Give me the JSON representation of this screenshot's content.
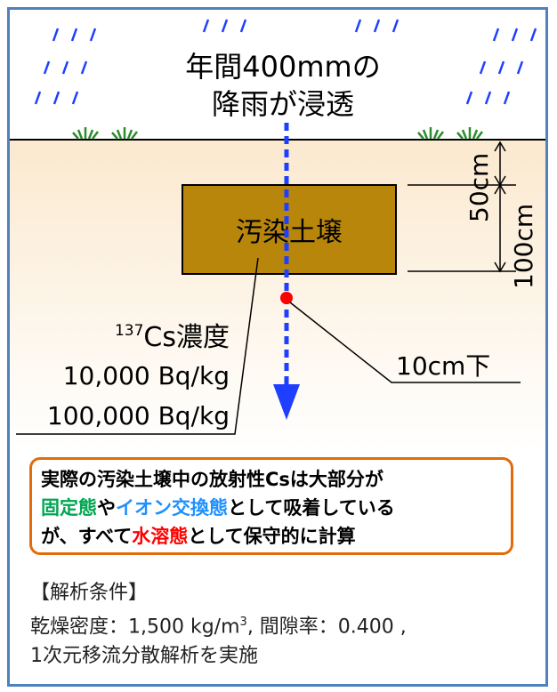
{
  "rain_label_line1": "年間400mmの",
  "rain_label_line2": "降雨が浸透",
  "soil_label": "汚染土壌",
  "dim_upper": "50cm",
  "dim_total": "100cm",
  "point_label": "10cm下",
  "conc_sup": "137",
  "conc_title": "Cs濃度",
  "conc_value_1": "10,000 Bq/kg",
  "conc_value_2": "100,000 Bq/kg",
  "note": {
    "line1": "実際の汚染土壌中の放射性Csは大部分が",
    "line2_a": "固定態",
    "line2_b": "や",
    "line2_c": "イオン交換態",
    "line2_d": "として吸着している",
    "line3_a": "が、すべて",
    "line3_b": "水溶態",
    "line3_c": "として保守的に計算"
  },
  "conditions": {
    "header": "【解析条件】",
    "line2_a": "乾燥密度：1,500 kg/m",
    "line2_sup": "3",
    "line2_b": ", 間隙率：0.400 ,",
    "line3": "1次元移流分散解析を実施"
  },
  "colors": {
    "frame": "#4f81bd",
    "ground": "#fdf0dc",
    "soil_block": "#b8860b",
    "flow_arrow": "#1f3fff",
    "point": "#ff0000",
    "note_border": "#e36c0a",
    "grass": "#2e8b2e"
  }
}
